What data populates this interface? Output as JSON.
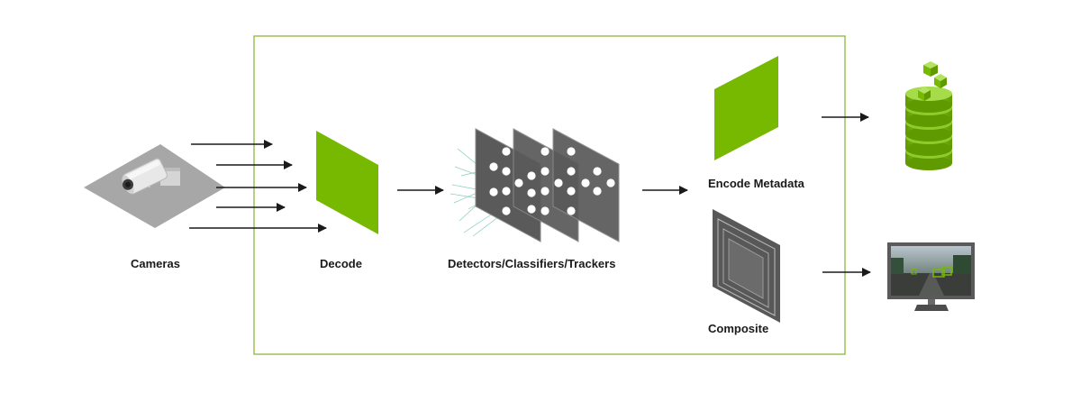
{
  "labels": {
    "cameras": "Cameras",
    "decode": "Decode",
    "detectors": "Detectors/Classifiers/Trackers",
    "encode": "Encode Metadata",
    "composite": "Composite"
  },
  "colors": {
    "accent": "#76b900",
    "box_border": "#8ab83a",
    "arrow": "#1a1a1a",
    "panel": "#555555",
    "platform": "#a7a7a7"
  }
}
